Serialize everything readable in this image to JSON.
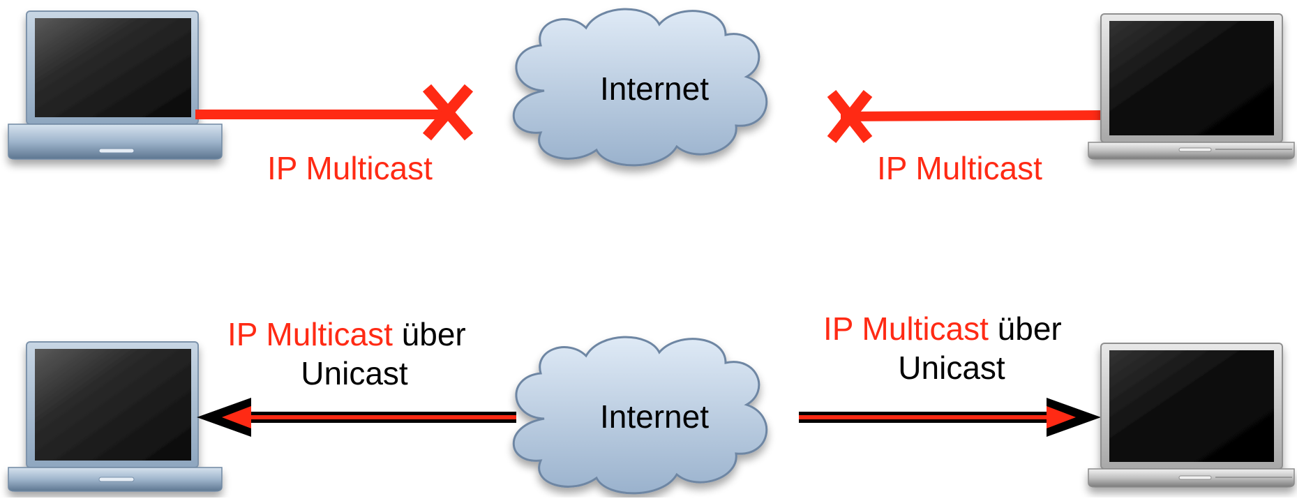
{
  "colors": {
    "accent_red": "#ff2a14",
    "cloud_fill_top": "#dbe7f5",
    "cloud_fill_bottom": "#9fb7d1",
    "cloud_stroke": "#6e86a3",
    "laptop_blue_body": "#a9bed4",
    "laptop_gray_body": "#c9c9c9"
  },
  "top_scenario": {
    "cloud_label": "Internet",
    "left_link_label": "IP Multicast",
    "right_link_label": "IP Multicast",
    "blocked_marker": "X"
  },
  "bottom_scenario": {
    "cloud_label": "Internet",
    "left_link_label_red": "IP Multicast",
    "left_link_label_black": " über",
    "left_link_label_line2": "Unicast",
    "right_link_label_red": "IP Multicast",
    "right_link_label_black": " über",
    "right_link_label_line2": "Unicast"
  },
  "icons": {
    "laptops": [
      "laptop-icon",
      "laptop-icon",
      "laptop-icon",
      "laptop-icon"
    ],
    "clouds": [
      "cloud-icon",
      "cloud-icon"
    ]
  }
}
